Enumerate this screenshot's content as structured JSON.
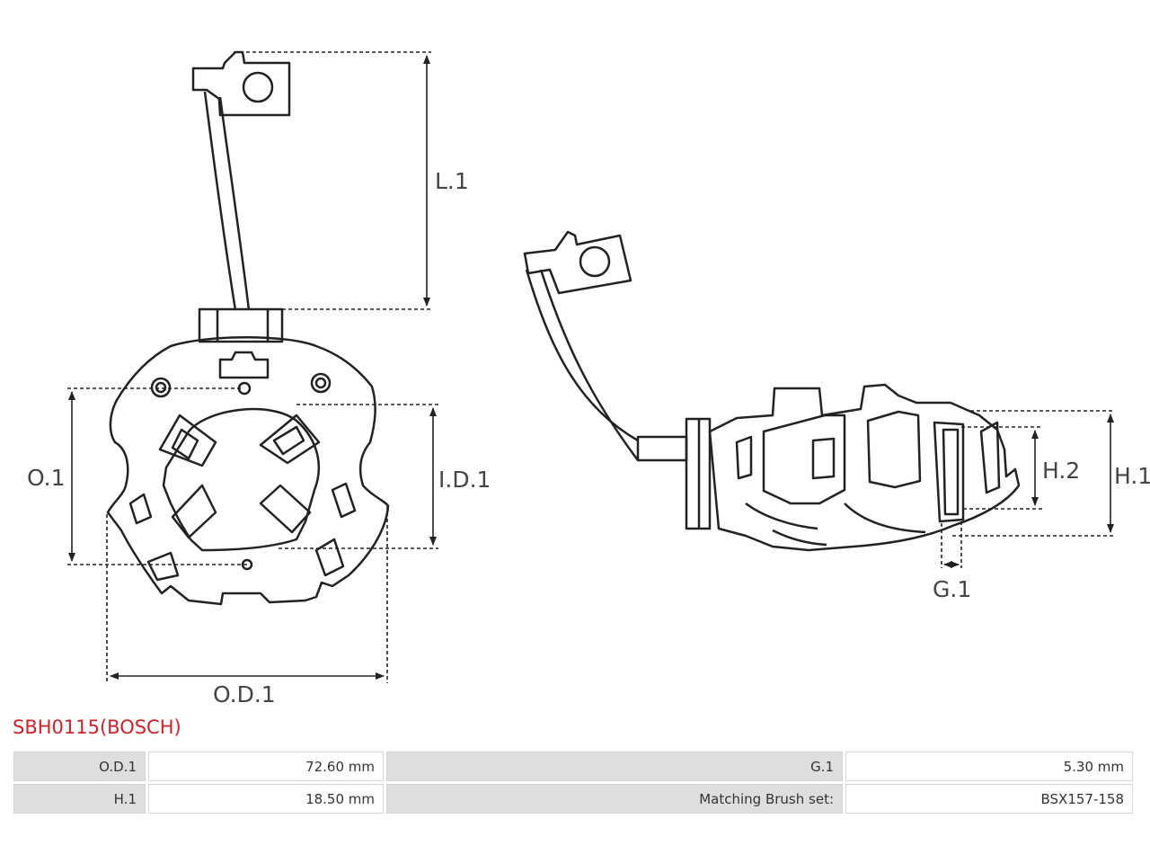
{
  "labels": {
    "L1": "L.1",
    "O1": "O.1",
    "ID1": "I.D.1",
    "OD1": "O.D.1",
    "H2": "H.2",
    "H1": "H.1",
    "G1": "G.1"
  },
  "product": {
    "title": "SBH0115(BOSCH)"
  },
  "specs": [
    {
      "k1": "O.D.1",
      "v1": "72.60 mm",
      "k2": "G.1",
      "v2": "5.30 mm"
    },
    {
      "k1": "H.1",
      "v1": "18.50 mm",
      "k2": "Matching Brush set:",
      "v2": "BSX157-158"
    }
  ],
  "colors": {
    "title": "#c8232c",
    "line": "#222222",
    "key_cell": "#dedede"
  }
}
